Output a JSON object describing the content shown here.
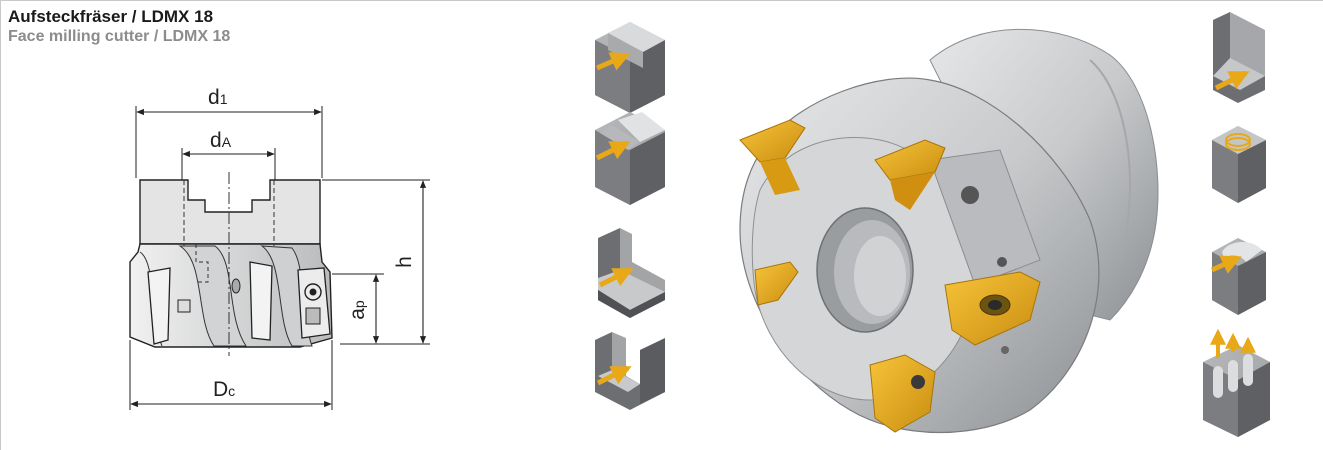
{
  "header": {
    "title_de": "Aufsteckfräser / LDMX 18",
    "title_en": "Face milling cutter / LDMX 18"
  },
  "drawing": {
    "d1": {
      "main": "d",
      "sub": "1"
    },
    "dA": {
      "main": "d",
      "sub": "A"
    },
    "h": {
      "main": "h"
    },
    "ap": {
      "main": "a",
      "sub": "p"
    },
    "Dc": {
      "main": "D",
      "sub": "c"
    }
  },
  "colors": {
    "insert": "#e8a817",
    "body_metal": "#c9cbcd",
    "block_gray": "#6f7174",
    "frame": "#c9c9c9"
  },
  "applications": {
    "left": [
      "shoulder-milling-icon",
      "chamfer-milling-icon",
      "angle-milling-icon",
      "slot-milling-icon"
    ],
    "right": [
      "step-milling-icon",
      "helical-milling-icon",
      "contour-milling-icon",
      "plunge-milling-icon"
    ]
  }
}
